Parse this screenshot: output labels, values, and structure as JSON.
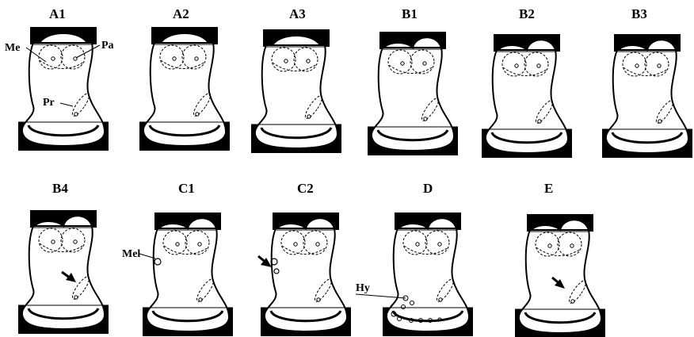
{
  "figure": {
    "panels": [
      {
        "id": "A1",
        "label": "A1",
        "variant": "rounded-notch",
        "annotations": [
          "Me",
          "Pa",
          "Pr"
        ]
      },
      {
        "id": "A2",
        "label": "A2",
        "variant": "rounded-notch",
        "annotations": []
      },
      {
        "id": "A3",
        "label": "A3",
        "variant": "rounded-notch",
        "annotations": []
      },
      {
        "id": "B1",
        "label": "B1",
        "variant": "double-lobe",
        "annotations": []
      },
      {
        "id": "B2",
        "label": "B2",
        "variant": "double-lobe",
        "annotations": []
      },
      {
        "id": "B3",
        "label": "B3",
        "variant": "double-lobe",
        "annotations": []
      },
      {
        "id": "B4",
        "label": "B4",
        "variant": "double-lobe",
        "annotations": [
          "arrow"
        ]
      },
      {
        "id": "C1",
        "label": "C1",
        "variant": "double-lobe",
        "annotations": [
          "Mel"
        ]
      },
      {
        "id": "C2",
        "label": "C2",
        "variant": "double-lobe",
        "annotations": [
          "arrow"
        ]
      },
      {
        "id": "D",
        "label": "D",
        "variant": "double-lobe",
        "annotations": [
          "Hy"
        ]
      },
      {
        "id": "E",
        "label": "E",
        "variant": "double-lobe",
        "annotations": [
          "arrow"
        ]
      }
    ],
    "labels": {
      "me": "Me",
      "pa": "Pa",
      "pr": "Pr",
      "mel": "Mel",
      "hy": "Hy"
    },
    "colors": {
      "ink": "#000000",
      "paper": "#ffffff"
    }
  }
}
